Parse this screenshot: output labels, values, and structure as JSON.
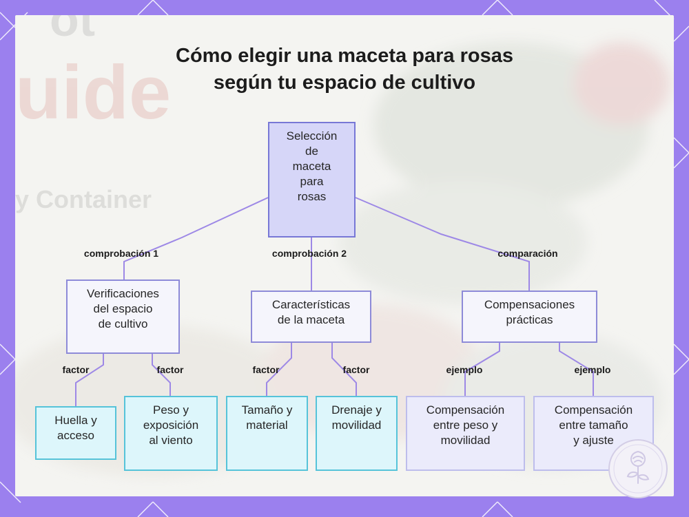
{
  "title": {
    "line1": "Cómo elegir una maceta para rosas",
    "line2": "según tu espacio de cultivo"
  },
  "background": {
    "faded_text_1": "ot",
    "faded_text_2": "uide",
    "faded_text_3": "y Container"
  },
  "colors": {
    "frame": "#9b80ee",
    "panel": "#f4f4f1",
    "edge": "#9d88e6",
    "root_fill": "#d6d6f8",
    "root_border": "#7777d6",
    "mid_fill": "#f5f5fc",
    "leaf_cyan_fill": "#ddf6fb",
    "leaf_cyan_border": "#55c3d9",
    "leaf_lavender_fill": "#ebebfb"
  },
  "nodes": {
    "root": [
      "Selección",
      "de",
      "maceta",
      "para",
      "rosas"
    ],
    "space_checks": [
      "Verificaciones",
      "del espacio",
      "de cultivo"
    ],
    "pot_features": [
      "Características",
      "de la maceta"
    ],
    "tradeoffs": [
      "Compensaciones",
      "prácticas"
    ],
    "footprint": [
      "Huella y",
      "acceso"
    ],
    "weight_wind": [
      "Peso y",
      "exposición",
      "al viento"
    ],
    "size_material": [
      "Tamaño y",
      "material"
    ],
    "drainage_mobility": [
      "Drenaje y",
      "movilidad"
    ],
    "weight_mobility": [
      "Compensación",
      "entre peso y",
      "movilidad"
    ],
    "size_fit": [
      "Compensación",
      "entre tamaño",
      "y ajuste"
    ]
  },
  "edge_labels": {
    "check1": "comprobación 1",
    "check2": "comprobación 2",
    "comparison": "comparación",
    "factor": "factor",
    "example": "ejemplo"
  },
  "badge_icon": "rose-emblem-icon"
}
